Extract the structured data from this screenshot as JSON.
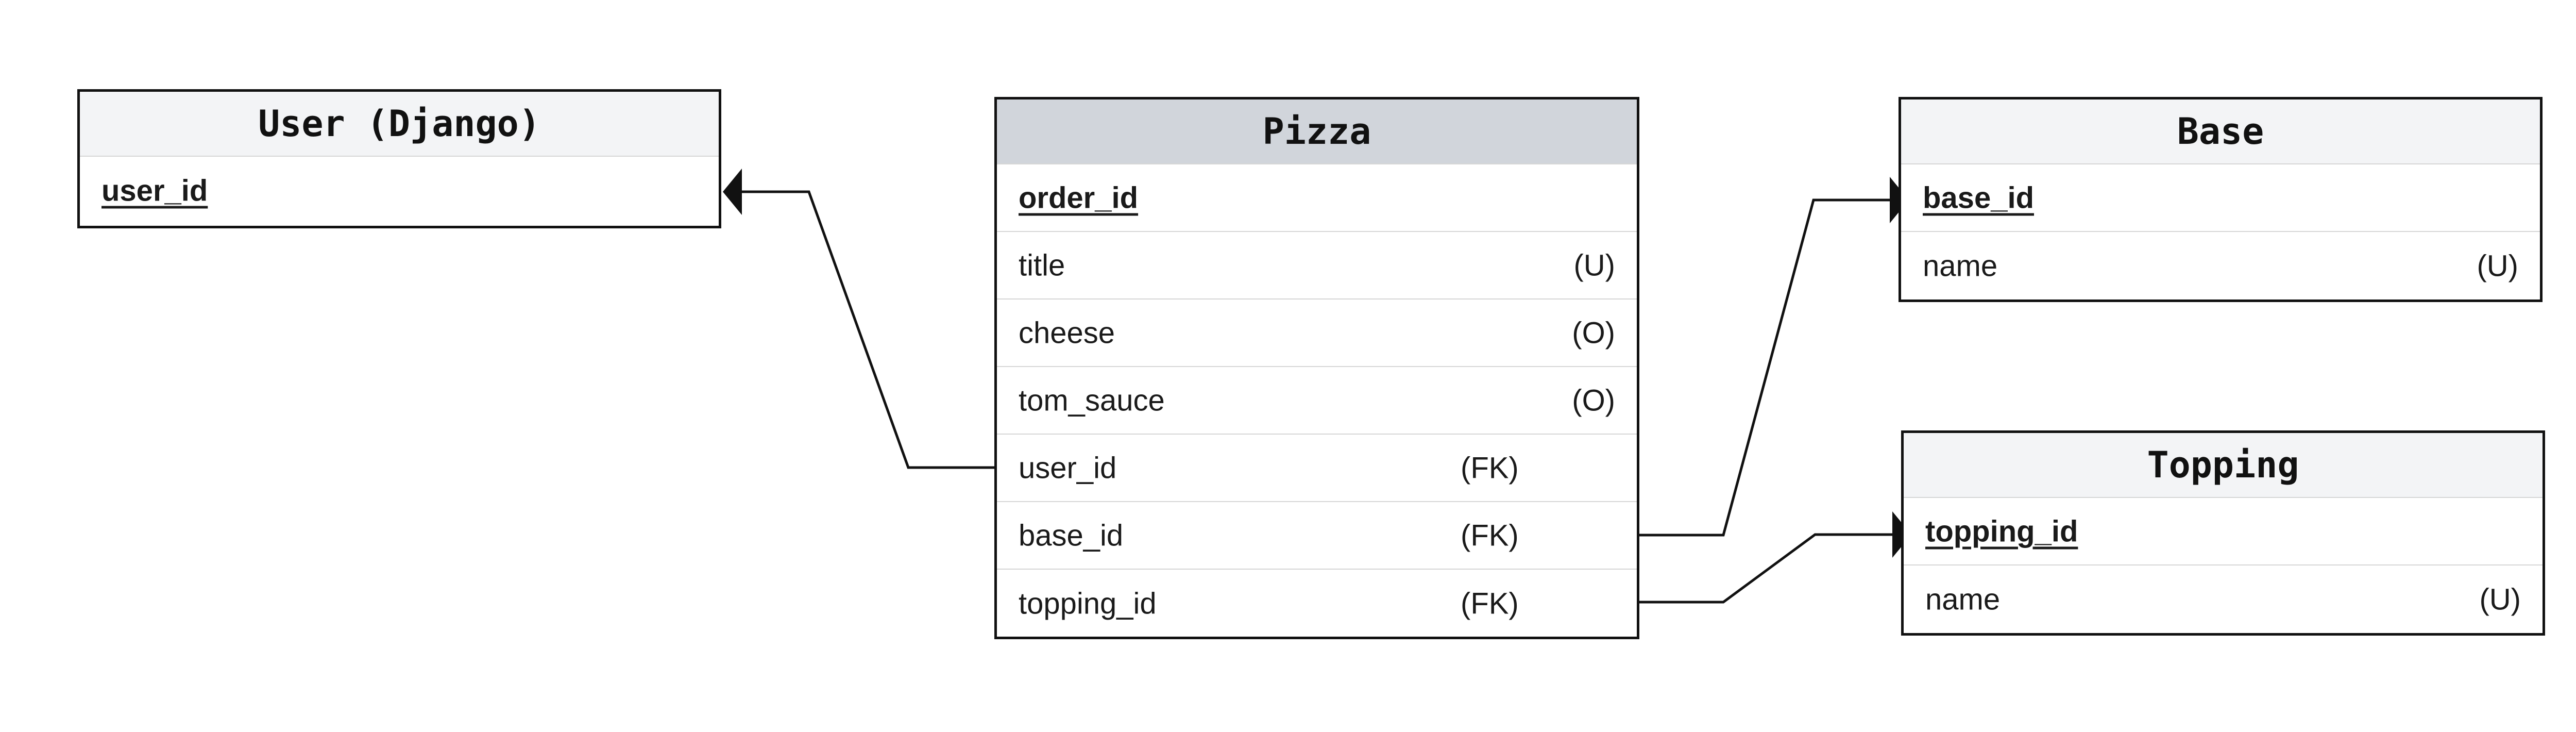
{
  "entities": {
    "user": {
      "title": "User (Django)",
      "fields": [
        {
          "name": "user_id",
          "pk": true,
          "flag": ""
        }
      ]
    },
    "pizza": {
      "title": "Pizza",
      "fields": [
        {
          "name": "order_id",
          "pk": true,
          "flag": ""
        },
        {
          "name": "title",
          "flag": "(U)"
        },
        {
          "name": "cheese",
          "flag": "(O)"
        },
        {
          "name": "tom_sauce",
          "flag": "(O)"
        },
        {
          "name": "user_id",
          "flag": "(FK)"
        },
        {
          "name": "base_id",
          "flag": "(FK)"
        },
        {
          "name": "topping_id",
          "flag": "(FK)"
        }
      ]
    },
    "base": {
      "title": "Base",
      "fields": [
        {
          "name": "base_id",
          "pk": true,
          "flag": ""
        },
        {
          "name": "name",
          "flag": "(U)"
        }
      ]
    },
    "topping": {
      "title": "Topping",
      "fields": [
        {
          "name": "topping_id",
          "pk": true,
          "flag": ""
        },
        {
          "name": "name",
          "flag": "(U)"
        }
      ]
    }
  },
  "relationships": [
    {
      "from": "pizza.user_id",
      "to": "user.user_id"
    },
    {
      "from": "pizza.base_id",
      "to": "base.base_id"
    },
    {
      "from": "pizza.topping_id",
      "to": "topping.topping_id"
    }
  ],
  "colors": {
    "border": "#111111",
    "header_light": "#f3f4f6",
    "header_dark": "#d1d5db",
    "divider": "#d6d6d6"
  }
}
